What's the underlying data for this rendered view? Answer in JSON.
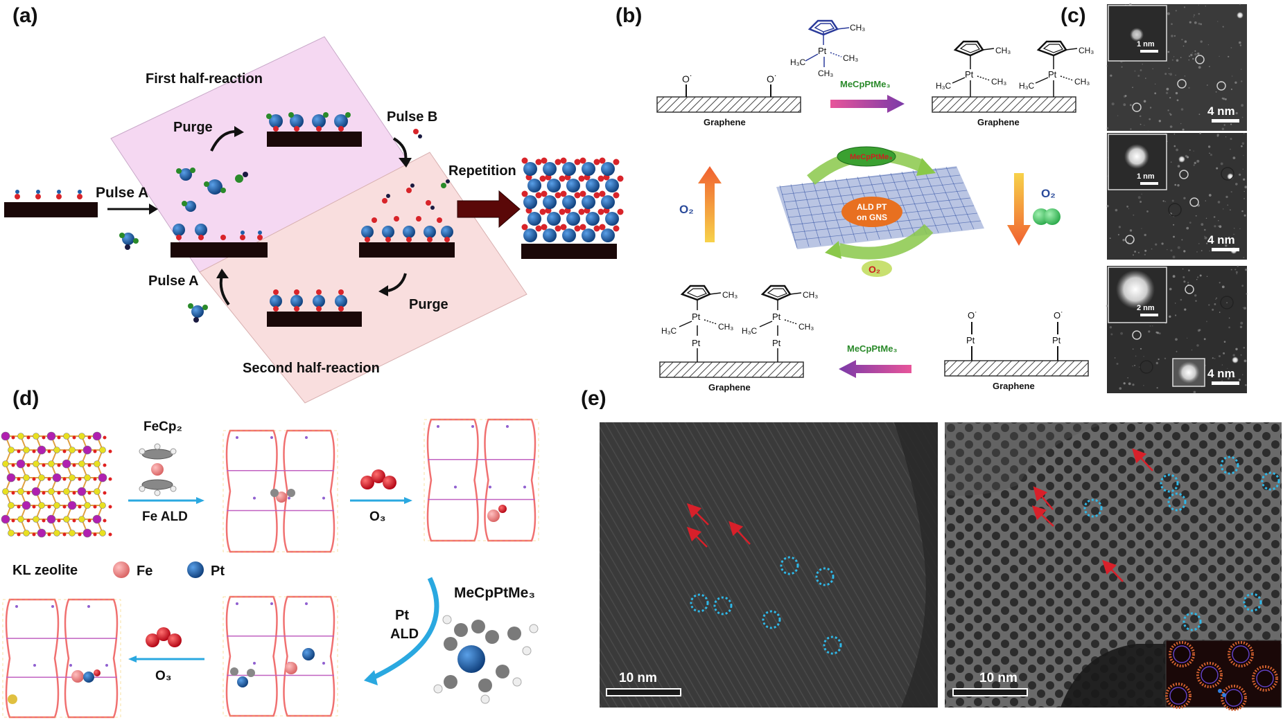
{
  "panels": {
    "a": {
      "label": "(a)",
      "first_half": "First half-reaction",
      "second_half": "Second half-reaction",
      "pulse_a": "Pulse A",
      "pulse_a_2": "Pulse A",
      "pulse_b": "Pulse B",
      "purge_1": "Purge",
      "purge_2": "Purge",
      "repetition": "Repetition"
    },
    "b": {
      "label": "(b)",
      "graphene": "Graphene",
      "precursor": "MeCpPtMe₃",
      "o2": "O₂",
      "ch3": "CH₃",
      "h3c": "H₃C",
      "pt": "Pt",
      "o_radical": "O˙",
      "center_line1": "ALD PT",
      "center_line2": "on GNS",
      "cycle_top": "MeCpPtMe₃",
      "cycle_bottom": "O₂"
    },
    "c": {
      "label": "(c)",
      "scale_main": "4 nm",
      "scale_inset_1": "1 nm",
      "scale_inset_2": "1 nm",
      "scale_inset_3": "2 nm"
    },
    "d": {
      "label": "(d)",
      "fecp2": "FeCp₂",
      "fe_ald": "Fe ALD",
      "o3": "O₃",
      "kl_zeolite": "KL zeolite",
      "fe": "Fe",
      "pt": "Pt",
      "pt_ald_1": "Pt",
      "pt_ald_2": "ALD",
      "mecp": "MeCpPtMe₃"
    },
    "e": {
      "label": "(e)",
      "scale_left": "10 nm",
      "scale_right": "10 nm"
    }
  },
  "colors": {
    "pt_blue": "#1f5fa8",
    "oxygen_red": "#d8242a",
    "substrate": "#1a0808",
    "first_half_bg": "#f5d8f2",
    "second_half_bg": "#f9dede",
    "circle_cyan": "#2fb8e8",
    "arrow_red": "#d8202a",
    "fe_pink": "#f08080"
  },
  "icons": {
    "red_arrow": "red-arrow-icon",
    "molecule": "precursor-molecule-icon",
    "o2_molecule": "oxygen-molecule-icon"
  }
}
